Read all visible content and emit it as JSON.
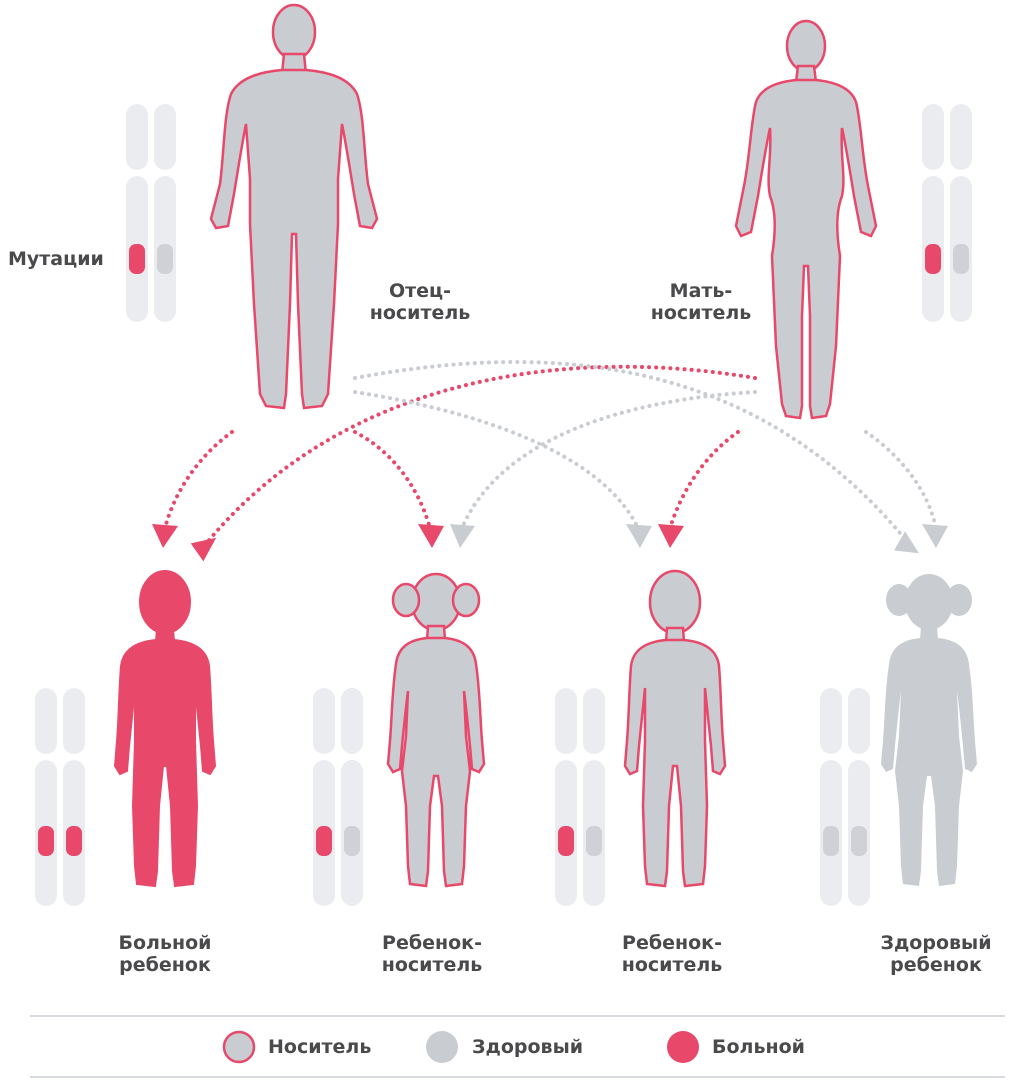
{
  "mutations_label": "Мутации",
  "parents": {
    "father": {
      "label_line1": "Отец-",
      "label_line2": "носитель",
      "status": "carrier"
    },
    "mother": {
      "label_line1": "Мать-",
      "label_line2": "носитель",
      "status": "carrier"
    }
  },
  "children": [
    {
      "label_line1": "Больной",
      "label_line2": "ребенок",
      "status": "affected"
    },
    {
      "label_line1": "Ребенок-",
      "label_line2": "носитель",
      "status": "carrier"
    },
    {
      "label_line1": "Ребенок-",
      "label_line2": "носитель",
      "status": "carrier"
    },
    {
      "label_line1": "Здоровый",
      "label_line2": "ребенок",
      "status": "healthy"
    }
  ],
  "legend": {
    "carrier": "Носитель",
    "healthy": "Здоровый",
    "affected": "Больной"
  },
  "colors": {
    "accent_red": "#e8486a",
    "figure_gray": "#c9ccd1",
    "chromosome_light": "#ebecef",
    "gene_gray": "#cfd1d6",
    "text": "#4a4a4c",
    "divider": "#d7dbe0"
  }
}
